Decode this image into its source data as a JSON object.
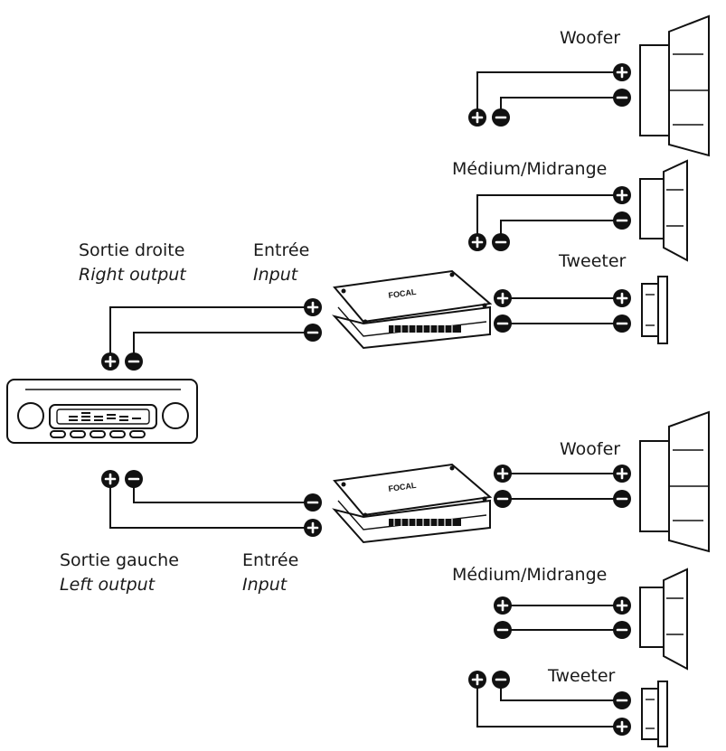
{
  "labels": {
    "woofer": "Woofer",
    "midrange": "Médium/Midrange",
    "tweeter": "Tweeter",
    "sortie_droite": "Sortie droite",
    "right_output": "Right output",
    "sortie_gauche": "Sortie gauche",
    "left_output": "Left output",
    "entree": "Entrée",
    "input": "Input"
  },
  "amplifier_brand": "FOCAL",
  "colors": {
    "line": "#111111",
    "background": "#ffffff",
    "text": "#1a1a1a"
  }
}
